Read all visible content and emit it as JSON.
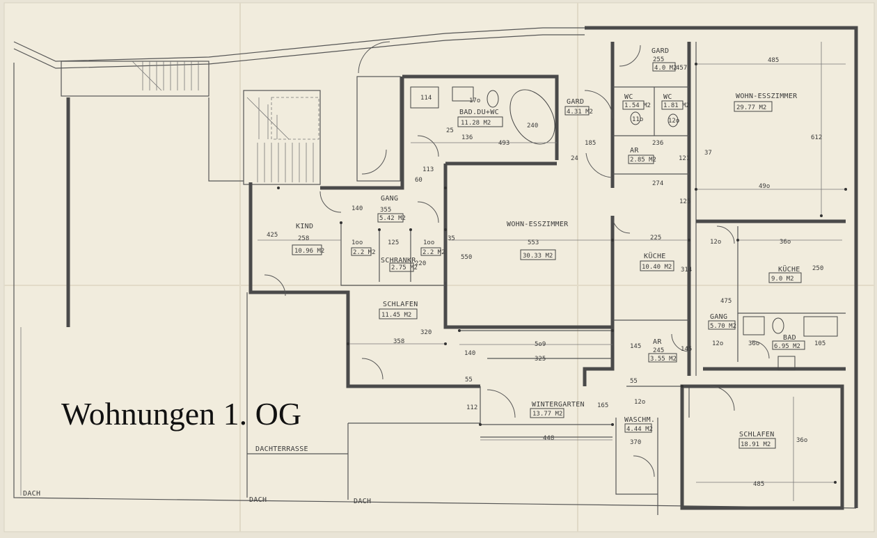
{
  "title": "Wohnungen 1. OG",
  "rooms": [
    {
      "name": "BAD.DU+WC",
      "area": "11.28 M2"
    },
    {
      "name": "GARD",
      "area": "4.31 M2"
    },
    {
      "name": "GARD",
      "area": "4.0 M2"
    },
    {
      "name": "WC",
      "area": "1.54 M2"
    },
    {
      "name": "WC",
      "area": "1.81 M2"
    },
    {
      "name": "WOHN-ESSZIMMER",
      "area": "29.77 M2"
    },
    {
      "name": "AR",
      "area": "2.85 M2"
    },
    {
      "name": "GANG",
      "area": "5.42 M2"
    },
    {
      "name": "KIND",
      "area": "10.96 M2"
    },
    {
      "name": "SCHRANKR",
      "area": "2.75 M2"
    },
    {
      "name": "WOHN-ESSZIMMER",
      "area": "30.33 M2"
    },
    {
      "name": "KÜCHE",
      "area": "10.40 M2"
    },
    {
      "name": "KÜCHE",
      "area": "9.0 M2"
    },
    {
      "name": "SCHLAFEN",
      "area": "11.45 M2"
    },
    {
      "name": "GANG",
      "area": "5.70 M2"
    },
    {
      "name": "AR",
      "area": "3.55 M2"
    },
    {
      "name": "BAD",
      "area": "6.95 M2"
    },
    {
      "name": "WINTERGARTEN",
      "area": "13.77 M2"
    },
    {
      "name": "WASCHM.",
      "area": "4.44 M2"
    },
    {
      "name": "SCHLAFEN",
      "area": "18.91 M2"
    }
  ],
  "small_areas": [
    "2.2 M2",
    "2.2 M2"
  ],
  "labels": [
    "DACHTERRASSE",
    "DACH",
    "DACH",
    "DACH"
  ],
  "dimensions": [
    "114",
    "17o",
    "493",
    "136",
    "25",
    "240",
    "185",
    "255",
    "457",
    "485",
    "612",
    "236",
    "121",
    "37",
    "274",
    "49o",
    "11o",
    "12o",
    "113",
    "140",
    "355",
    "425",
    "258",
    "1oo",
    "1oo",
    "125",
    "220",
    "35",
    "553",
    "550",
    "225",
    "314",
    "12o",
    "36o",
    "250",
    "125",
    "475",
    "320",
    "358",
    "5o9",
    "325",
    "140",
    "145",
    "245",
    "145",
    "12o",
    "36o",
    "105",
    "55",
    "112",
    "165",
    "12o",
    "448",
    "370",
    "36o",
    "485",
    "55",
    "24",
    "60"
  ]
}
